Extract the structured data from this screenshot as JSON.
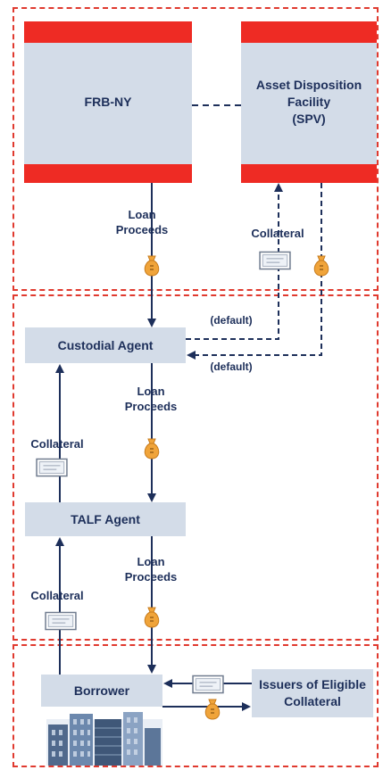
{
  "nodes": {
    "frbny": "FRB-NY",
    "spv": "Asset Disposition\nFacility\n(SPV)",
    "custodial": "Custodial Agent",
    "talf": "TALF Agent",
    "borrower": "Borrower",
    "issuers": "Issuers of Eligible\nCollateral"
  },
  "labels": {
    "loan_proceeds_1": "Loan\nProceeds",
    "collateral_spv": "Collateral",
    "default_1": "(default)",
    "default_2": "(default)",
    "loan_proceeds_2": "Loan\nProceeds",
    "collateral_custodial": "Collateral",
    "loan_proceeds_3": "Loan\nProceeds",
    "collateral_talf": "Collateral"
  },
  "colors": {
    "panel_border": "#e03a2f",
    "box_fill": "#d3dce8",
    "red_bar": "#ee2b24",
    "arrow": "#1d2f5a",
    "money_bag": "#f0a43a"
  },
  "icons": {
    "money": "money-bag-icon",
    "certificate": "certificate-icon",
    "building": "building-icon"
  }
}
